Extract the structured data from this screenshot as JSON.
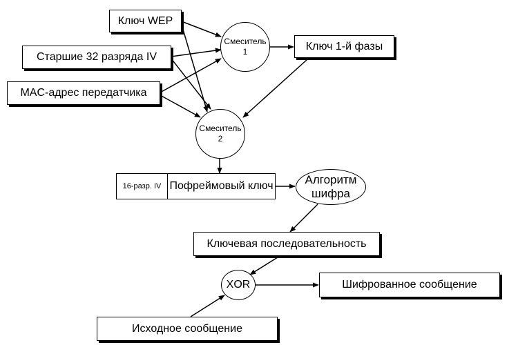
{
  "nodes": {
    "wep_key": "Ключ WEP",
    "iv_high": "Старшие 32 разряда IV",
    "mac": "MAC-адрес передатчика",
    "mixer1_line1": "Смеситель",
    "mixer1_line2": "1",
    "phase1_key": "Ключ 1-й фазы",
    "mixer2_line1": "Смеситель",
    "mixer2_line2": "2",
    "iv16": "16-разр. IV",
    "per_frame_key": "Пофреймовый ключ",
    "cipher_line1": "Алгоритм",
    "cipher_line2": "шифра",
    "keystream": "Ключевая последовательность",
    "xor": "XOR",
    "ciphertext": "Шифрованное сообщение",
    "plaintext": "Исходное сообщение"
  }
}
